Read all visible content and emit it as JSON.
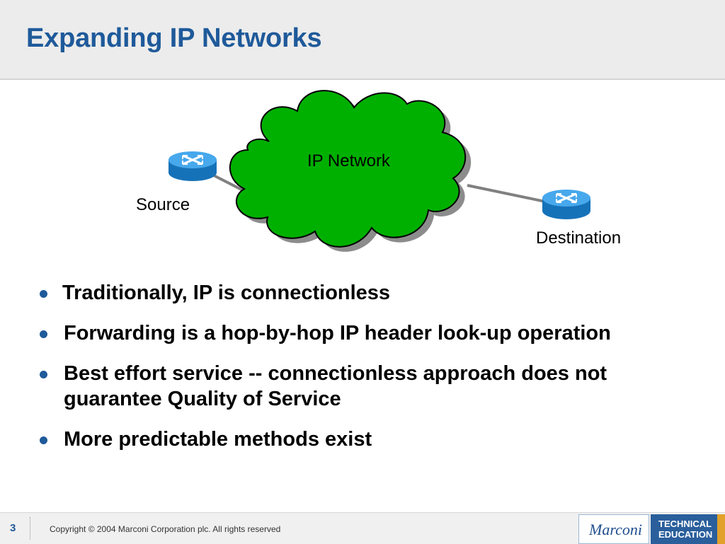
{
  "header": {
    "title": "Expanding IP Networks"
  },
  "diagram": {
    "cloud_label": "IP Network",
    "source_label": "Source",
    "destination_label": "Destination",
    "cloud_color": "#00b000",
    "router_color": "#1e8fd8"
  },
  "bullets": [
    {
      "text": "Traditionally, IP is connectionless"
    },
    {
      "text": "Forwarding is a hop-by-hop IP header look-up operation"
    },
    {
      "text": "Best effort service -- connectionless approach does not guarantee Quality of Service"
    },
    {
      "text": "More predictable methods exist"
    }
  ],
  "footer": {
    "page_number": "3",
    "copyright": "Copyright © 2004 Marconi Corporation plc. All rights reserved",
    "logo_text": "Marconi",
    "tech_line1": "TECHNICAL",
    "tech_line2": "EDUCATION"
  },
  "colors": {
    "title": "#1f5a9a",
    "bullet": "#1f5a9a",
    "header_bg": "#ececec"
  }
}
